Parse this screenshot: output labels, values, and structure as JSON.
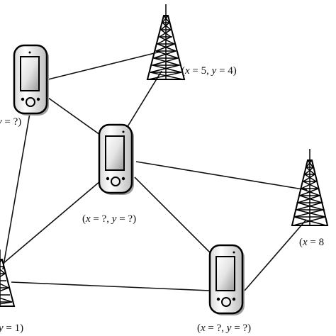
{
  "labels": {
    "tower_top": {
      "open": "(",
      "x": "x",
      "eq1": " = 5, ",
      "y": "y",
      "eq2": " = 4)"
    },
    "phone_left": {
      "y": "y",
      "tail": " = ?)"
    },
    "phone_center": {
      "open": "(",
      "x": "x",
      "eq1": " = ?, ",
      "y": "y",
      "eq2": " = ?)"
    },
    "tower_right": {
      "open": "(",
      "x": "x",
      "tail": " = 8"
    },
    "tower_left": {
      "y": "y",
      "tail": " = 1)"
    },
    "phone_bottom": {
      "open": "(",
      "x": "x",
      "eq1": " = ?, ",
      "y": "y",
      "eq2": " = ?)"
    }
  },
  "nodes": [
    {
      "id": "tower-top",
      "kind": "tower"
    },
    {
      "id": "tower-right",
      "kind": "tower"
    },
    {
      "id": "tower-left",
      "kind": "tower"
    },
    {
      "id": "phone-left",
      "kind": "phone"
    },
    {
      "id": "phone-center",
      "kind": "phone"
    },
    {
      "id": "phone-bottom",
      "kind": "phone"
    }
  ],
  "edges": [
    [
      "phone-left",
      "tower-top"
    ],
    [
      "phone-left",
      "phone-center"
    ],
    [
      "phone-left",
      "tower-left"
    ],
    [
      "phone-center",
      "tower-top"
    ],
    [
      "phone-center",
      "tower-right"
    ],
    [
      "phone-center",
      "tower-left"
    ],
    [
      "phone-center",
      "phone-bottom"
    ],
    [
      "tower-left",
      "phone-bottom"
    ],
    [
      "phone-bottom",
      "tower-right"
    ]
  ]
}
